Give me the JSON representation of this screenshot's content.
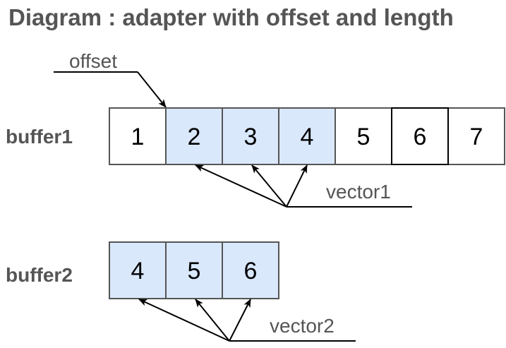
{
  "title": "Diagram : adapter with offset and length",
  "colors": {
    "highlight_fill": "#dae8fc",
    "cell_border": "#555555",
    "label_text": "#555555"
  },
  "offset_label": "offset",
  "buffer1": {
    "label": "buffer1",
    "cells": [
      {
        "value": "1",
        "highlighted": false
      },
      {
        "value": "2",
        "highlighted": true
      },
      {
        "value": "3",
        "highlighted": true
      },
      {
        "value": "4",
        "highlighted": true
      },
      {
        "value": "5",
        "highlighted": false
      },
      {
        "value": "6",
        "highlighted": false
      },
      {
        "value": "7",
        "highlighted": false
      }
    ],
    "vector_label": "vector1"
  },
  "buffer2": {
    "label": "buffer2",
    "cells": [
      {
        "value": "4",
        "highlighted": true
      },
      {
        "value": "5",
        "highlighted": true
      },
      {
        "value": "6",
        "highlighted": true
      }
    ],
    "vector_label": "vector2"
  }
}
